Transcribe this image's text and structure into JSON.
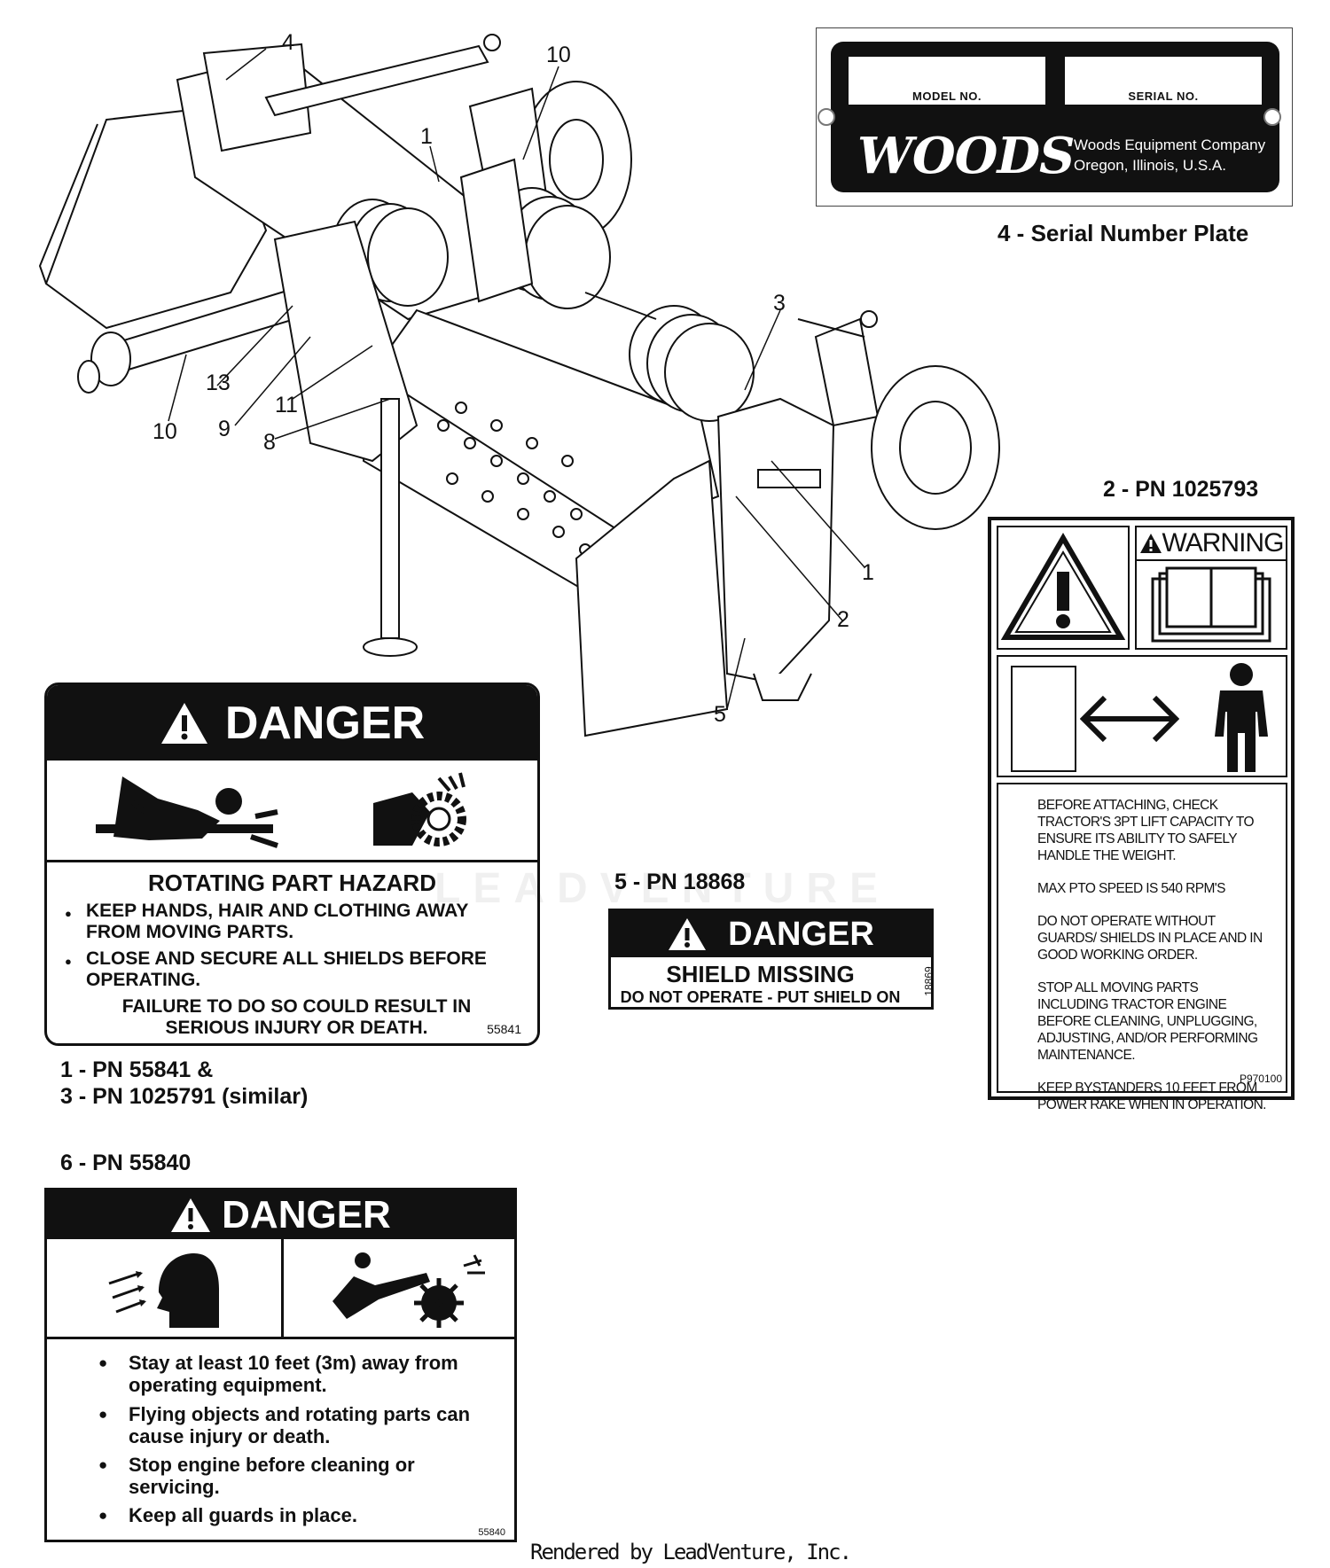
{
  "serial_plate": {
    "model_label": "MODEL NO.",
    "serial_label": "SERIAL NO.",
    "logo": "WOODS",
    "company_line1": "Woods Equipment Company",
    "company_line2": "Oregon, Illinois, U.S.A.",
    "caption": "4 - Serial Number Plate"
  },
  "callouts": {
    "c1a": "1",
    "c1b": "1",
    "c2": "2",
    "c3": "3",
    "c4": "4",
    "c5": "5",
    "c8": "8",
    "c9": "9",
    "c10a": "10",
    "c10b": "10",
    "c11": "11",
    "c13": "13"
  },
  "label_1": {
    "header": "DANGER",
    "title": "ROTATING PART HAZARD",
    "bullet1": "KEEP HANDS, HAIR AND CLOTHING AWAY FROM MOVING PARTS.",
    "bullet2": "CLOSE AND SECURE ALL SHIELDS BEFORE OPERATING.",
    "footer": "FAILURE TO DO SO COULD RESULT IN SERIOUS INJURY OR DEATH.",
    "part_no": "55841",
    "caption_line1": "1 - PN 55841 &",
    "caption_line2": "3 - PN 1025791 (similar)"
  },
  "label_2": {
    "caption": "2 - PN 1025793",
    "header": "WARNING",
    "p1": "BEFORE ATTACHING, CHECK TRACTOR'S 3PT LIFT CAPACITY TO ENSURE ITS ABILITY TO SAFELY HANDLE THE WEIGHT.",
    "p2": "MAX PTO SPEED IS 540 RPM'S",
    "p3": "DO NOT OPERATE WITHOUT GUARDS/ SHIELDS IN PLACE AND IN GOOD WORKING ORDER.",
    "p4": "STOP ALL MOVING PARTS INCLUDING TRACTOR ENGINE BEFORE CLEANING, UNPLUGGING, ADJUSTING, AND/OR PERFORMING MAINTENANCE.",
    "p5": "KEEP BYSTANDERS 10 FEET FROM POWER RAKE WHEN IN OPERATION.",
    "part_no": "P970100"
  },
  "label_5": {
    "caption": "5 - PN 18868",
    "header": "DANGER",
    "line1": "SHIELD MISSING",
    "line2": "DO NOT OPERATE - PUT SHIELD ON",
    "part_no": "18869"
  },
  "label_6": {
    "caption": "6 - PN 55840",
    "header": "DANGER",
    "items": [
      "Stay at least 10 feet (3m) away from operating equipment.",
      "Flying objects and rotating parts can cause injury or death.",
      "Stop engine before cleaning or servicing.",
      "Keep all guards in place."
    ],
    "part_no": "55840"
  },
  "watermark": "LEADVENTURE",
  "footer": "Rendered by LeadVenture, Inc."
}
